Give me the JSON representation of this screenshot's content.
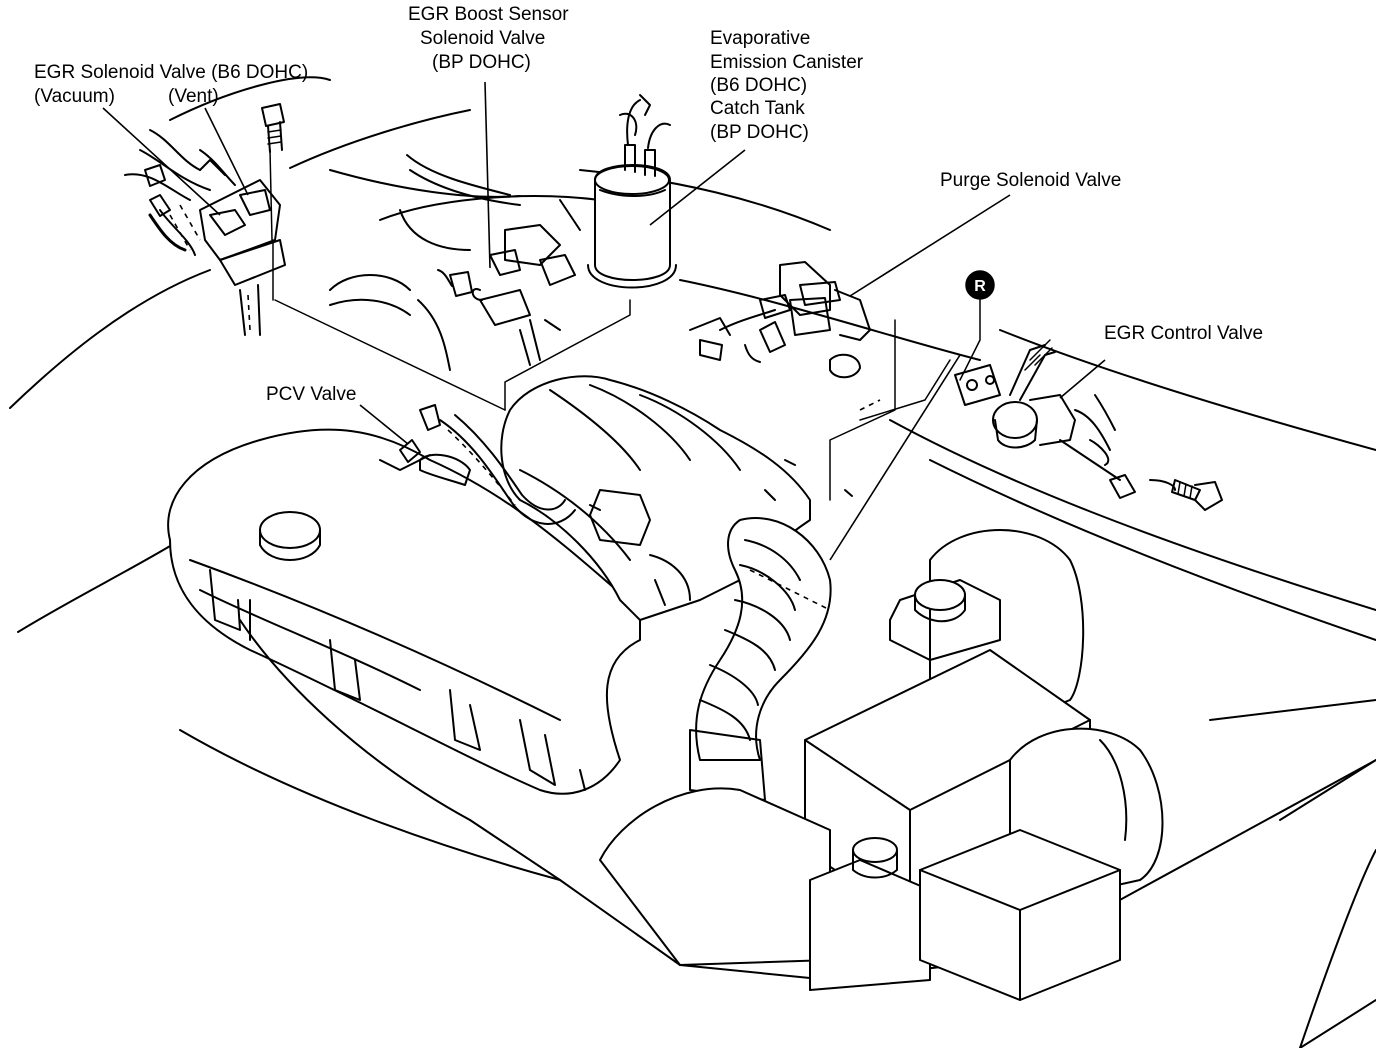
{
  "labels": {
    "egr_solenoid": "EGR Solenoid Valve (B6 DOHC)",
    "vacuum": "(Vacuum)",
    "vent": "(Vent)",
    "egr_boost_1": "EGR Boost Sensor",
    "egr_boost_2": "Solenoid Valve",
    "egr_boost_3": "(BP DOHC)",
    "evap_1": "Evaporative",
    "evap_2": "Emission Canister",
    "evap_3": "(B6 DOHC)",
    "evap_4": "Catch Tank",
    "evap_5": "(BP DOHC)",
    "purge": "Purge Solenoid Valve",
    "egr_control": "EGR Control Valve",
    "pcv": "PCV Valve",
    "replace_mark": "R"
  }
}
